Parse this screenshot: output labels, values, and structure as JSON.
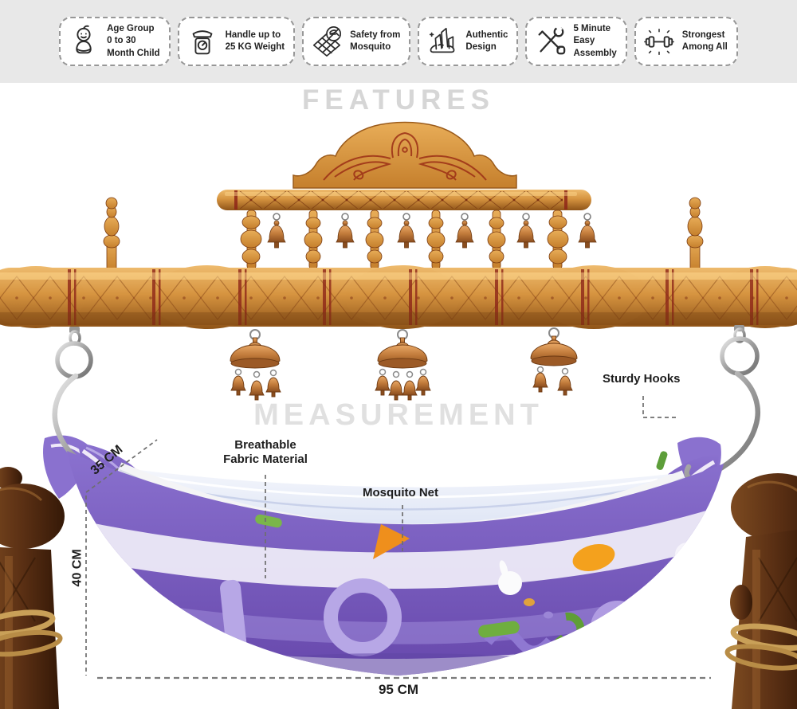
{
  "features_bar": {
    "badges": [
      {
        "icon": "baby-icon",
        "lines": [
          "Age Group",
          "0 to 30",
          "Month Child"
        ]
      },
      {
        "icon": "scale-icon",
        "lines": [
          "Handle up to",
          "25 KG Weight"
        ]
      },
      {
        "icon": "mosquito-net-icon",
        "lines": [
          "Safety from",
          "Mosquito"
        ]
      },
      {
        "icon": "crystals-icon",
        "lines": [
          "Authentic",
          "Design"
        ]
      },
      {
        "icon": "tools-icon",
        "lines": [
          "5 Minute",
          "Easy",
          "Assembly"
        ]
      },
      {
        "icon": "dumbbell-icon",
        "lines": [
          "Strongest",
          "Among All"
        ]
      }
    ]
  },
  "headings": {
    "features": "FEATURES",
    "measurement": "MEASUREMENT"
  },
  "annotations": {
    "sturdy_hooks": {
      "label": "Sturdy Hooks"
    },
    "breathable": {
      "line1": "Breathable",
      "line2": "Fabric Material"
    },
    "mosquito_net": {
      "label": "Mosquito Net"
    },
    "measure_depth_top": {
      "label": "35 CM"
    },
    "measure_height": {
      "label": "40 CM"
    },
    "measure_width": {
      "label": "95 CM"
    }
  },
  "colors": {
    "band_bg": "#e8e8e8",
    "watermark": "#d6d6d6",
    "wood_gold": "#d69440",
    "carve_red": "#8e2618",
    "copper_bell": "#b5703a",
    "metal_hook": "#a8a8a8",
    "fabric_purple": "#7258be",
    "fabric_light": "#b7a7e6",
    "net_white": "#e8edf8",
    "accent_orange": "#f4a11d",
    "accent_green": "#6fae3f",
    "stool_brown": "#5b3014"
  }
}
